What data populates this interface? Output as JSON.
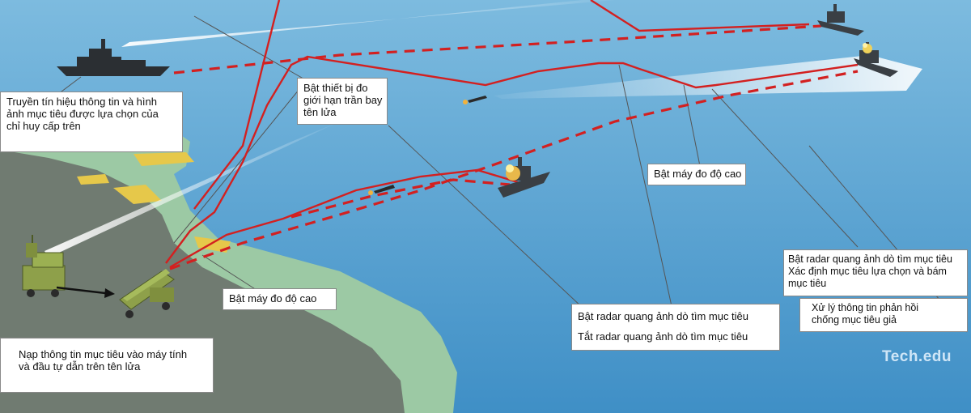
{
  "labels": {
    "signal_transmit": [
      "Truyền tín hiệu thông tin và hình",
      "ảnh mục tiêu được lựa chọn của",
      "chỉ huy cấp trên"
    ],
    "ceiling_device": [
      "Bật thiết bị đo",
      "giới hạn trần bay",
      "tên lửa"
    ],
    "altimeter_right": "Bật máy đo độ cao",
    "altimeter_left": "Bật máy đo độ cao",
    "load_target": [
      "Nạp thông tin mục tiêu vào máy tính",
      "và đầu tự dẫn trên tên lửa"
    ],
    "radar_on_off": {
      "on": "Bật radar quang ảnh dò tìm mục tiêu",
      "off": "Tắt radar quang ảnh dò tìm mục tiêu"
    },
    "radar_identify": [
      "Bật radar quang ảnh dò tìm mục tiêu",
      "Xác định mục tiêu lựa chọn và bám",
      "mục tiêu"
    ],
    "feedback": [
      "Xử lý thông tin phản hồi",
      "chống mục tiêu giả"
    ]
  },
  "watermark": "Tech.edu",
  "colors": {
    "sea_top": "#6fb0d8",
    "sea_bottom": "#3f8fc6",
    "land_green": "#9cc9a4",
    "land_dark": "#6f7b70",
    "land_yellow": "#e6c84a",
    "flight_path": "#d32020"
  },
  "icons": [
    "warship-icon",
    "launcher-truck-icon",
    "radar-truck-icon",
    "missile-icon",
    "explosion-icon"
  ]
}
